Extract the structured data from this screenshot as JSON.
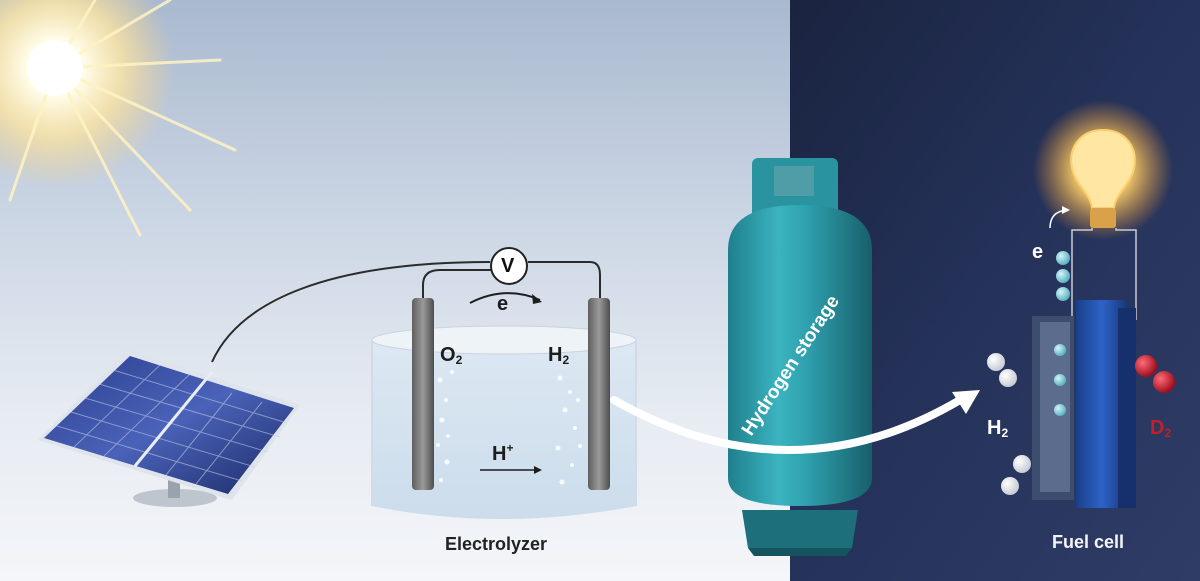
{
  "captions": {
    "electrolyzer": "Electrolyzer",
    "fuel_cell": "Fuel cell",
    "hydrogen_storage": "Hydrogen storage"
  },
  "voltmeter": {
    "symbol": "V"
  },
  "electrolyzer": {
    "anode_gas": {
      "main": "O",
      "sub": "2"
    },
    "cathode_gas": {
      "main": "H",
      "sub": "2"
    },
    "electron_label": "e",
    "proton": {
      "main": "H",
      "sup": "+"
    }
  },
  "fuel_cell": {
    "electron_label": "e",
    "input_gas": {
      "main": "H",
      "sub": "2"
    },
    "output_gas": {
      "main": "D",
      "sub": "2"
    }
  },
  "colors": {
    "sky_top": "#cfd9e6",
    "sky_bottom": "#eef2f7",
    "night": "#1f2b4e",
    "tank": "#2fa0ad",
    "fuel_cell_red": "#c01f2c",
    "bulb_glow": "#ffc94a"
  },
  "icons": [
    "sun-icon",
    "solar-panel-icon",
    "hydrogen-tank-icon",
    "light-bulb-icon",
    "molecule-icon",
    "voltmeter-icon"
  ]
}
